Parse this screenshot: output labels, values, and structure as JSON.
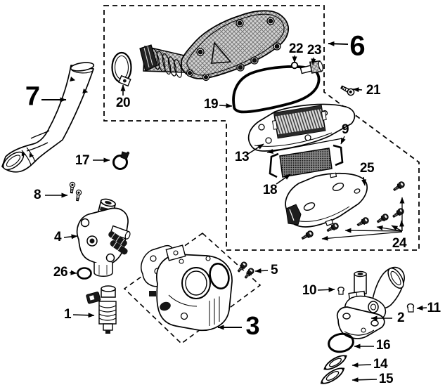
{
  "figure": {
    "type": "exploded-parts-diagram",
    "paper_color": "#ffffff",
    "ink_color": "#000000",
    "cover_hatch_fill": "#d4d4d4",
    "filter_element_fill": "#858585"
  },
  "callouts": [
    "1",
    "2",
    "3",
    "4",
    "5",
    "6",
    "7",
    "8",
    "9",
    "10",
    "11",
    "13",
    "14",
    "15",
    "16",
    "17",
    "18",
    "19",
    "20",
    "21",
    "22",
    "23",
    "24",
    "25",
    "26"
  ]
}
